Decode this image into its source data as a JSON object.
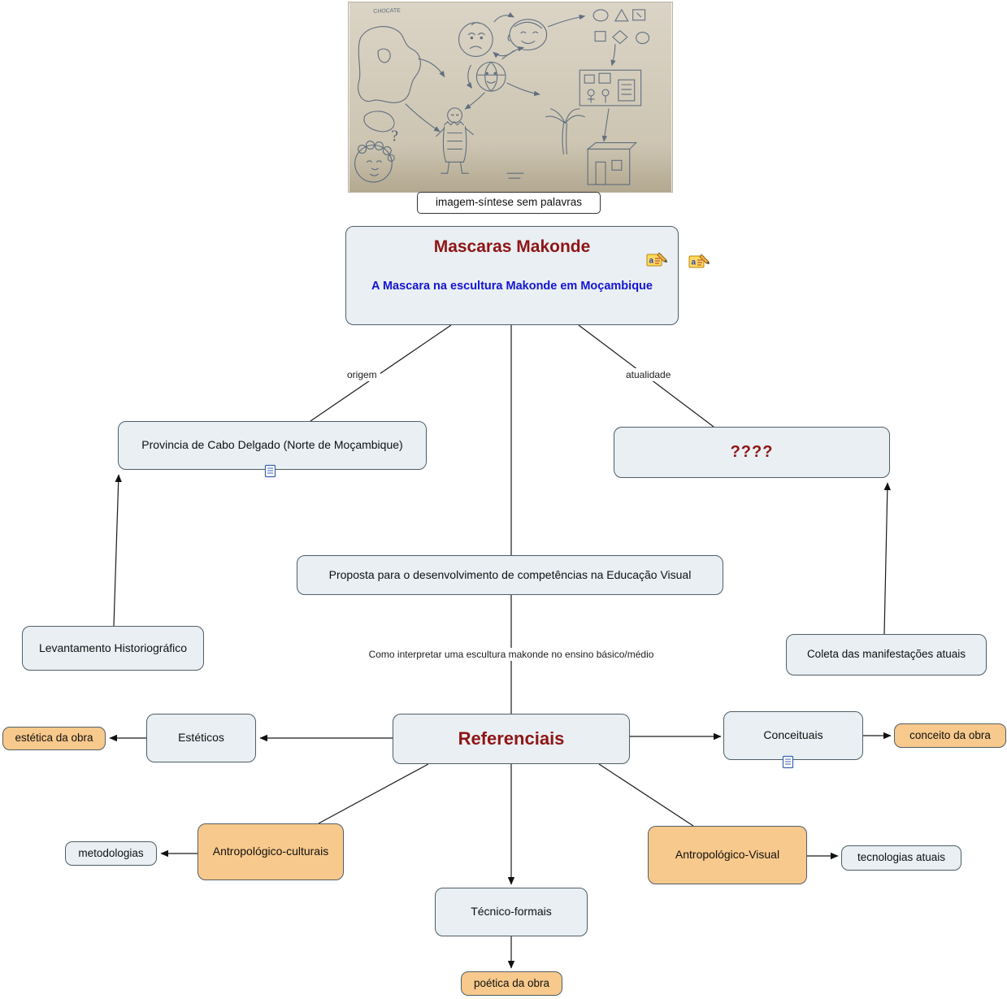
{
  "colors": {
    "node_bg": "#e9eff3",
    "node_border": "#4f5e66",
    "orange_bg": "#f8c98c",
    "title_red": "#8e1515",
    "subtitle_blue": "#1414d2",
    "line_color": "#1a1a1a"
  },
  "sketch": {
    "handwriting": "CHOCATE",
    "question_mark": "?"
  },
  "caption": {
    "label": "imagem-síntese sem palavras"
  },
  "main": {
    "title": "Mascaras Makonde",
    "subtitle": "A Mascara na escultura Makonde em Moçambique",
    "annotation_icon": "annotation-icon"
  },
  "link_labels": {
    "origem": "origem",
    "atualidade": "atualidade",
    "interpretar": "Como interpretar uma escultura makonde no ensino básico/médio"
  },
  "nodes": {
    "provincia": {
      "label": "Provincia de Cabo Delgado (Norte de Moçambique)",
      "icon": "resource-icon"
    },
    "pergunta": {
      "label": "????"
    },
    "proposta": {
      "label": "Proposta para o desenvolvimento de competências na Educação Visual"
    },
    "levantamento": {
      "label": "Levantamento Historiográfico"
    },
    "coleta": {
      "label": "Coleta das manifestações atuais"
    },
    "referenciais": {
      "label": "Referenciais"
    },
    "esteticos": {
      "label": "Estéticos"
    },
    "estetica_obra": {
      "label": "estética da obra"
    },
    "conceituais": {
      "label": "Conceituais",
      "icon": "resource-icon"
    },
    "conceito_obra": {
      "label": "conceito da obra"
    },
    "antropologico_culturais": {
      "label": "Antropológico-culturais"
    },
    "metodologias": {
      "label": "metodologias"
    },
    "antropologico_visual": {
      "label": "Antropológico-Visual"
    },
    "tecnologias_atuais": {
      "label": "tecnologias atuais"
    },
    "tecnico_formais": {
      "label": "Técnico-formais"
    },
    "poetica_obra": {
      "label": "poética da obra"
    }
  }
}
